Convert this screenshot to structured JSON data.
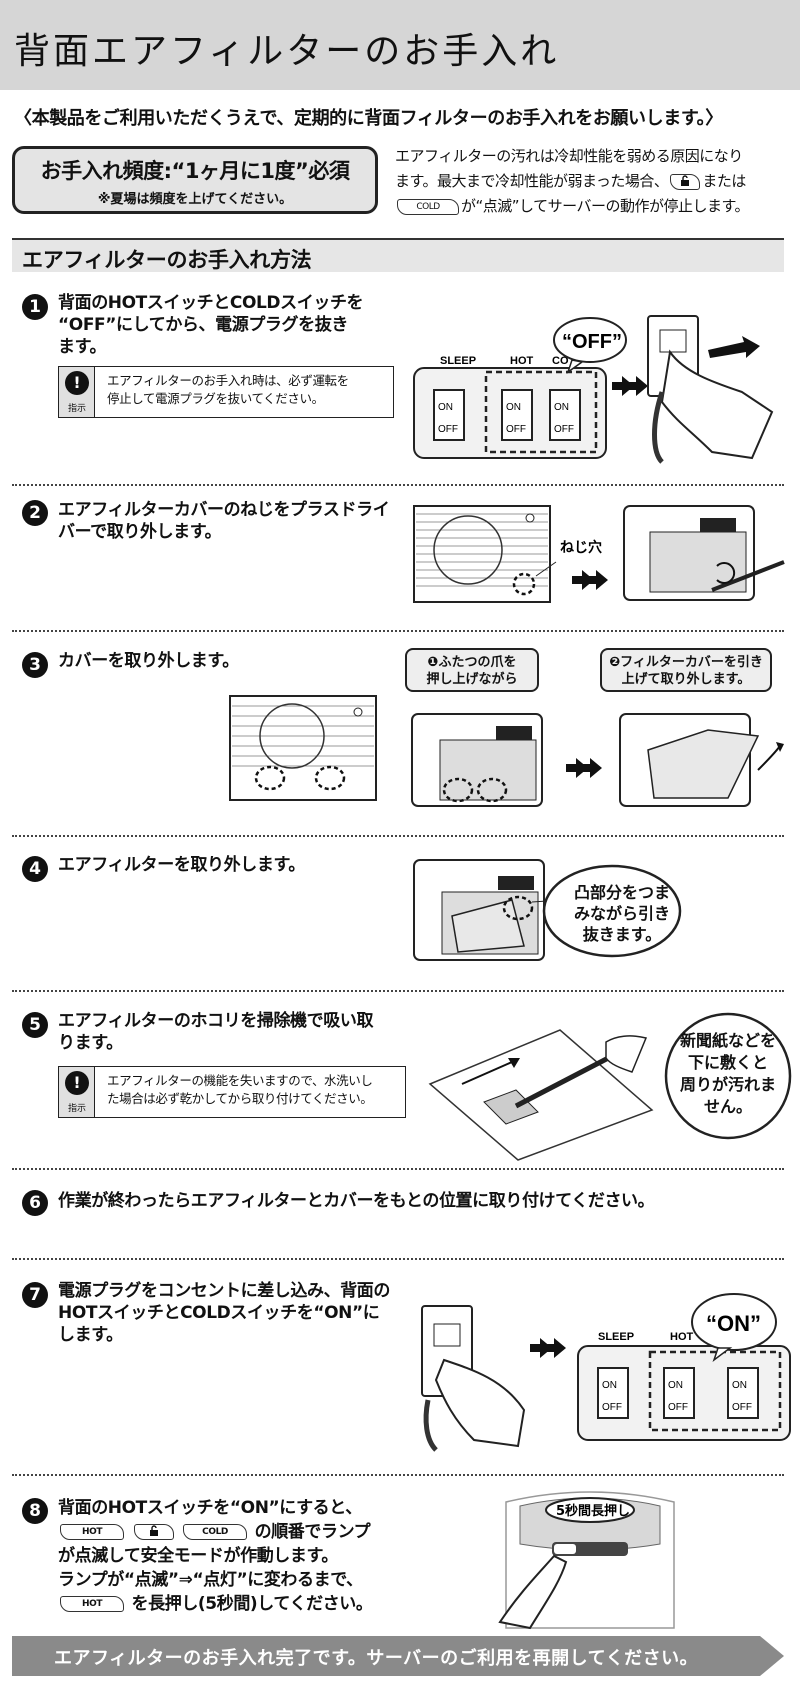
{
  "title": "背面エアフィルターのお手入れ",
  "intro": "〈本製品をご利用いただくうえで、定期的に背面フィルターのお手入れをお願いします。〉",
  "frequency": {
    "main": "お手入れ頻度:“1ヶ月に1度”必須",
    "sub": "※夏場は頻度を上げてください。"
  },
  "frequency_note": {
    "line1": "エアフィルターの汚れは冷却性能を弱める原因になり",
    "line2a": "ます。最大まで冷却性能が弱まった場合、",
    "line2b": "または",
    "line3": "が“点滅”してサーバーの動作が停止します。"
  },
  "section_title": "エアフィルターのお手入れ方法",
  "buttons": {
    "cold": "COLD",
    "hot": "HOT"
  },
  "steps": [
    {
      "num": "1",
      "lines": [
        "背面のHOTスイッチとCOLDスイッチを",
        "“OFF”にしてから、電源プラグを抜き",
        "ます。"
      ]
    },
    {
      "num": "2",
      "lines": [
        "エアフィルターカバーのねじをプラスドライ",
        "バーで取り外します。"
      ]
    },
    {
      "num": "3",
      "lines": [
        "カバーを取り外します。"
      ]
    },
    {
      "num": "4",
      "lines": [
        "エアフィルターを取り外します。"
      ]
    },
    {
      "num": "5",
      "lines": [
        "エアフィルターのホコリを掃除機で吸い取",
        "ります。"
      ]
    },
    {
      "num": "6",
      "lines": [
        "作業が終わったらエアフィルターとカバーをもとの位置に取り付けてください。"
      ]
    },
    {
      "num": "7",
      "lines": [
        "電源プラグをコンセントに差し込み、背面の",
        "HOTスイッチとCOLDスイッチを“ON”に",
        "します。"
      ]
    },
    {
      "num": "8",
      "line1": "背面のHOTスイッチを“ON”にすると、",
      "line2": "の順番でランプ",
      "line3": "が点滅して安全モードが作動します。",
      "line4": "ランプが“点滅”⇒“点灯”に変わるまで、",
      "line5": "を長押し(5秒間)してください。"
    }
  ],
  "warnings": {
    "label": "指示",
    "w1": [
      "エアフィルターのお手入れ時は、必ず運転を",
      "停止して電源プラグを抜いてください。"
    ],
    "w5": [
      "エアフィルターの機能を失いますので、水洗いし",
      "た場合は必ず乾かしてから取り付けてください。"
    ]
  },
  "figure_labels": {
    "off": "“OFF”",
    "on": "“ON”",
    "sleep": "SLEEP",
    "hot": "HOT",
    "cold_partial": "CO",
    "switch_on": "ON",
    "switch_off": "OFF",
    "screw_hole": "ねじ穴",
    "callout_3a": [
      "❶ふたつの爪を",
      "押し上げながら"
    ],
    "callout_3b": [
      "❷フィルターカバーを引き",
      "上げて取り外します。"
    ],
    "bubble_4": [
      "凸部分をつま",
      "みながら引き",
      "抜きます。"
    ],
    "bubble_5": [
      "新聞紙などを",
      "下に敷くと",
      "周りが汚れま",
      "せん。"
    ],
    "hold_5s": "5秒間長押し"
  },
  "footer": "エアフィルターのお手入れ完了です。サーバーのご利用を再開してください。"
}
